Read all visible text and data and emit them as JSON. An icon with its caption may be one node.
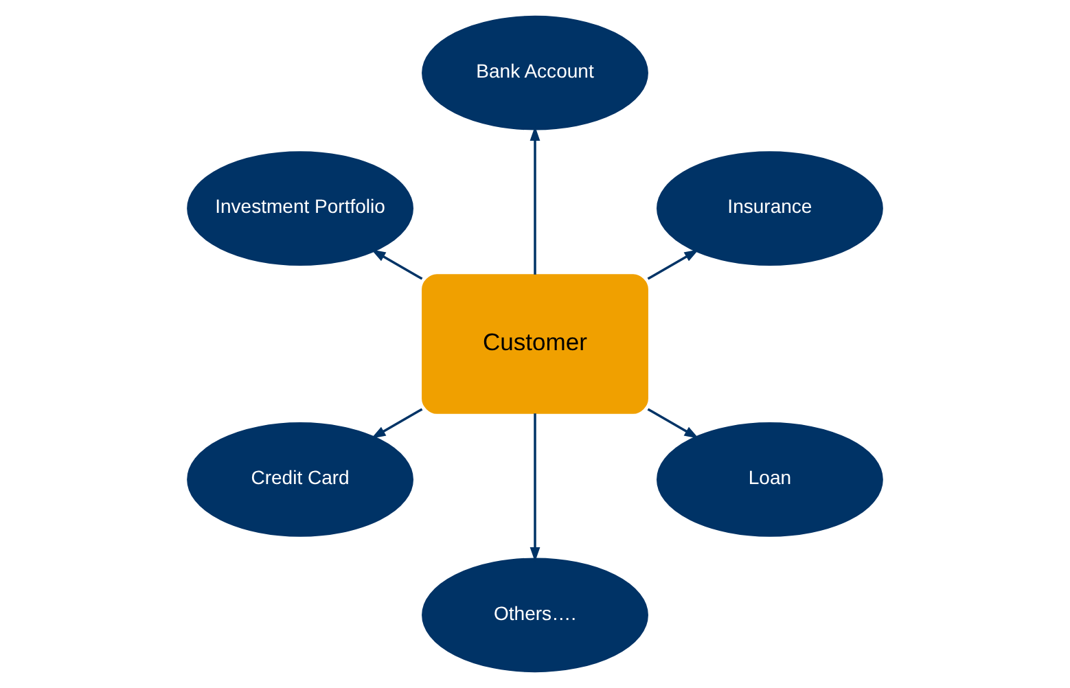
{
  "diagram": {
    "nodes": [
      {
        "text": [
          "Customer"
        ]
      },
      {
        "text": [
          "Insurance"
        ]
      },
      {
        "text": [
          "Bank Account"
        ]
      },
      {
        "text": [
          "Investment Portfolio"
        ]
      },
      {
        "text": [
          "Credit Card"
        ]
      },
      {
        "text": [
          "Others…."
        ]
      },
      {
        "text": [
          "Loan"
        ]
      }
    ],
    "edges": [
      {
        "from": 0,
        "to": 1,
        "arrow": "to"
      },
      {
        "from": 0,
        "to": 2,
        "arrow": "to"
      },
      {
        "from": 0,
        "to": 3,
        "arrow": "to"
      },
      {
        "from": 0,
        "to": 4,
        "arrow": "to"
      },
      {
        "from": 0,
        "to": 5,
        "arrow": "to"
      },
      {
        "from": 0,
        "to": 6,
        "arrow": "to"
      }
    ]
  }
}
